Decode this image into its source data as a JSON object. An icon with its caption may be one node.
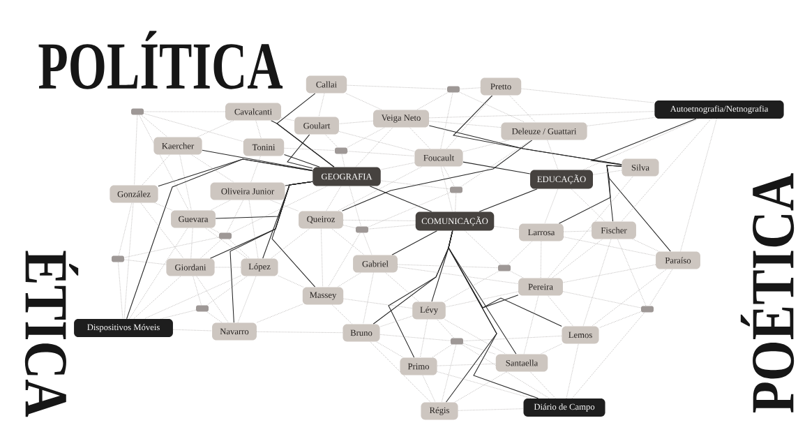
{
  "diagram": {
    "nodes": [
      {
        "text": [
          "Callai"
        ]
      },
      {
        "text": [
          "Pretto"
        ]
      },
      {
        "text": [],
        "shape": "box"
      },
      {
        "text": [
          "Cavalcanti"
        ]
      },
      {
        "text": [
          "Veiga Neto"
        ]
      },
      {
        "text": [
          "Goulart"
        ]
      },
      {
        "text": [
          "Autoetnografia/Netnografia"
        ]
      },
      {
        "text": [],
        "shape": "box"
      },
      {
        "text": [
          "Kaercher"
        ]
      },
      {
        "text": [
          "Tonini"
        ]
      },
      {
        "text": [
          "Deleuze / Guattari"
        ]
      },
      {
        "text": [],
        "shape": "box"
      },
      {
        "text": [
          "Foucault"
        ]
      },
      {
        "text": [
          "GEOGRAFIA"
        ]
      },
      {
        "text": [
          "EDUCAÇÃO"
        ]
      },
      {
        "text": [
          "Silva"
        ]
      },
      {
        "text": [
          "González"
        ]
      },
      {
        "text": [
          "Oliveira Junior"
        ]
      },
      {
        "text": [],
        "shape": "box"
      },
      {
        "text": [
          "Guevara"
        ]
      },
      {
        "text": [
          "Queiroz"
        ]
      },
      {
        "text": [
          "COMUNICAÇÃO"
        ]
      },
      {
        "text": [
          "Larrosa"
        ]
      },
      {
        "text": [
          "Fischer"
        ]
      },
      {
        "text": [],
        "shape": "box"
      },
      {
        "text": [],
        "shape": "box"
      },
      {
        "text": [
          "Paraíso"
        ]
      },
      {
        "text": [],
        "shape": "box"
      },
      {
        "text": [
          "Giordani"
        ]
      },
      {
        "text": [
          "López"
        ]
      },
      {
        "text": [
          "Gabriel"
        ]
      },
      {
        "text": [],
        "shape": "box"
      },
      {
        "text": [
          "Pereira"
        ]
      },
      {
        "text": [
          "Massey"
        ]
      },
      {
        "text": [
          "Lévy"
        ]
      },
      {
        "text": [],
        "shape": "box"
      },
      {
        "text": [],
        "shape": "box"
      },
      {
        "text": [
          "Dispositivos Móveis"
        ]
      },
      {
        "text": [
          "Navarro"
        ]
      },
      {
        "text": [
          "Bruno"
        ]
      },
      {
        "text": [
          "Lemos"
        ]
      },
      {
        "text": [],
        "shape": "box"
      },
      {
        "text": [
          "Primo"
        ]
      },
      {
        "text": [
          "Santaella"
        ]
      },
      {
        "text": [
          "Régis"
        ]
      },
      {
        "text": [
          "Diário de Campo"
        ]
      }
    ],
    "edges": [
      {
        "from": 8,
        "to": 13,
        "arrow": "none",
        "color": "#262626"
      },
      {
        "from": 16,
        "to": 13,
        "arrow": "none",
        "color": "#262626"
      },
      {
        "from": 37,
        "to": 13,
        "arrow": "none",
        "color": "#262626"
      },
      {
        "from": 3,
        "to": 13,
        "arrow": "none",
        "color": "#262626"
      },
      {
        "from": 0,
        "to": 13,
        "arrow": "none",
        "color": "#262626"
      },
      {
        "from": 5,
        "to": 13,
        "arrow": "none",
        "color": "#262626"
      },
      {
        "from": 9,
        "to": 13,
        "arrow": "none",
        "color": "#262626"
      },
      {
        "from": 17,
        "to": 13,
        "arrow": "none",
        "color": "#262626"
      },
      {
        "from": 29,
        "to": 13,
        "arrow": "none",
        "color": "#262626"
      },
      {
        "from": 19,
        "to": 13,
        "arrow": "none",
        "color": "#262626"
      },
      {
        "from": 28,
        "to": 13,
        "arrow": "none",
        "color": "#262626"
      },
      {
        "from": 38,
        "to": 13,
        "arrow": "none",
        "color": "#262626"
      },
      {
        "from": 33,
        "to": 13,
        "arrow": "none",
        "color": "#262626"
      },
      {
        "from": 13,
        "to": 21,
        "arrow": "none",
        "color": "#262626"
      },
      {
        "from": 20,
        "to": 10,
        "arrow": "none",
        "color": "#262626"
      },
      {
        "from": 4,
        "to": 15,
        "arrow": "none",
        "color": "#262626"
      },
      {
        "from": 1,
        "to": 15,
        "arrow": "none",
        "color": "#262626"
      },
      {
        "from": 6,
        "to": 15,
        "arrow": "none",
        "color": "#262626"
      },
      {
        "from": 23,
        "to": 15,
        "arrow": "none",
        "color": "#262626"
      },
      {
        "from": 26,
        "to": 15,
        "arrow": "none",
        "color": "#262626"
      },
      {
        "from": 22,
        "to": 15,
        "arrow": "none",
        "color": "#262626"
      },
      {
        "from": 12,
        "to": 14,
        "arrow": "none",
        "color": "#262626"
      },
      {
        "from": 21,
        "to": 14,
        "arrow": "none",
        "color": "#262626"
      },
      {
        "from": 21,
        "to": 30,
        "arrow": "none",
        "color": "#262626"
      },
      {
        "from": 21,
        "to": 34,
        "arrow": "none",
        "color": "#262626"
      },
      {
        "from": 21,
        "to": 43,
        "arrow": "none",
        "color": "#262626"
      },
      {
        "from": 39,
        "to": 21,
        "arrow": "none",
        "color": "#262626"
      },
      {
        "from": 42,
        "to": 21,
        "arrow": "none",
        "color": "#262626"
      },
      {
        "from": 44,
        "to": 21,
        "arrow": "none",
        "color": "#262626"
      },
      {
        "from": 45,
        "to": 21,
        "arrow": "none",
        "color": "#262626"
      },
      {
        "from": 32,
        "to": 21,
        "arrow": "none",
        "color": "#262626"
      },
      {
        "from": 40,
        "to": 21,
        "arrow": "none",
        "color": "#262626"
      },
      {
        "from": 0,
        "to": 2,
        "arrow": "none",
        "style": "dashed"
      },
      {
        "from": 0,
        "to": 4,
        "arrow": "none",
        "style": "dashed"
      },
      {
        "from": 0,
        "to": 5,
        "arrow": "none",
        "style": "dashed"
      },
      {
        "from": 1,
        "to": 2,
        "arrow": "none",
        "style": "dashed"
      },
      {
        "from": 1,
        "to": 6,
        "arrow": "none",
        "style": "dashed"
      },
      {
        "from": 1,
        "to": 10,
        "arrow": "none",
        "style": "dashed"
      },
      {
        "from": 1,
        "to": 12,
        "arrow": "none",
        "style": "dashed"
      },
      {
        "from": 2,
        "to": 4,
        "arrow": "none",
        "style": "dashed"
      },
      {
        "from": 2,
        "to": 12,
        "arrow": "none",
        "style": "dashed"
      },
      {
        "from": 2,
        "to": 10,
        "arrow": "none",
        "style": "dashed"
      },
      {
        "from": 3,
        "to": 7,
        "arrow": "none",
        "style": "dashed"
      },
      {
        "from": 3,
        "to": 8,
        "arrow": "none",
        "style": "dashed"
      },
      {
        "from": 3,
        "to": 9,
        "arrow": "none",
        "style": "dashed"
      },
      {
        "from": 3,
        "to": 5,
        "arrow": "none",
        "style": "dashed"
      },
      {
        "from": 4,
        "to": 5,
        "arrow": "none",
        "style": "dashed"
      },
      {
        "from": 4,
        "to": 11,
        "arrow": "none",
        "style": "dashed"
      },
      {
        "from": 4,
        "to": 12,
        "arrow": "none",
        "style": "dashed"
      },
      {
        "from": 4,
        "to": 10,
        "arrow": "none",
        "style": "dashed"
      },
      {
        "from": 4,
        "to": 13,
        "arrow": "none",
        "style": "dashed"
      },
      {
        "from": 4,
        "to": 6,
        "arrow": "none",
        "style": "dashed"
      },
      {
        "from": 5,
        "to": 11,
        "arrow": "none",
        "style": "dashed"
      },
      {
        "from": 5,
        "to": 12,
        "arrow": "none",
        "style": "dashed"
      },
      {
        "from": 6,
        "to": 10,
        "arrow": "none",
        "style": "dashed"
      },
      {
        "from": 6,
        "to": 14,
        "arrow": "none",
        "style": "dashed"
      },
      {
        "from": 6,
        "to": 23,
        "arrow": "none",
        "style": "dashed"
      },
      {
        "from": 6,
        "to": 26,
        "arrow": "none",
        "style": "dashed"
      },
      {
        "from": 7,
        "to": 9,
        "arrow": "none",
        "style": "dashed"
      },
      {
        "from": 7,
        "to": 16,
        "arrow": "none",
        "style": "dashed"
      },
      {
        "from": 7,
        "to": 8,
        "arrow": "none",
        "style": "dashed"
      },
      {
        "from": 7,
        "to": 19,
        "arrow": "none",
        "style": "dashed"
      },
      {
        "from": 8,
        "to": 16,
        "arrow": "none",
        "style": "dashed"
      },
      {
        "from": 8,
        "to": 17,
        "arrow": "none",
        "style": "dashed"
      },
      {
        "from": 8,
        "to": 19,
        "arrow": "none",
        "style": "dashed"
      },
      {
        "from": 9,
        "to": 11,
        "arrow": "none",
        "style": "dashed"
      },
      {
        "from": 9,
        "to": 17,
        "arrow": "none",
        "style": "dashed"
      },
      {
        "from": 10,
        "to": 12,
        "arrow": "none",
        "style": "dashed"
      },
      {
        "from": 10,
        "to": 14,
        "arrow": "none",
        "style": "dashed"
      },
      {
        "from": 10,
        "to": 18,
        "arrow": "none",
        "style": "dashed"
      },
      {
        "from": 11,
        "to": 12,
        "arrow": "none",
        "style": "dashed"
      },
      {
        "from": 11,
        "to": 13,
        "arrow": "none",
        "style": "dashed"
      },
      {
        "from": 12,
        "to": 18,
        "arrow": "none",
        "style": "dashed"
      },
      {
        "from": 12,
        "to": 13,
        "arrow": "none",
        "style": "dashed"
      },
      {
        "from": 12,
        "to": 20,
        "arrow": "none",
        "style": "dashed"
      },
      {
        "from": 12,
        "to": 21,
        "arrow": "none",
        "style": "dashed"
      },
      {
        "from": 13,
        "to": 18,
        "arrow": "none",
        "style": "dashed"
      },
      {
        "from": 13,
        "to": 20,
        "arrow": "none",
        "style": "dashed"
      },
      {
        "from": 13,
        "to": 24,
        "arrow": "none",
        "style": "dashed"
      },
      {
        "from": 13,
        "to": 25,
        "arrow": "none",
        "style": "dashed"
      },
      {
        "from": 14,
        "to": 15,
        "arrow": "none",
        "style": "dashed"
      },
      {
        "from": 14,
        "to": 22,
        "arrow": "none",
        "style": "dashed"
      },
      {
        "from": 14,
        "to": 23,
        "arrow": "none",
        "style": "dashed"
      },
      {
        "from": 15,
        "to": 32,
        "arrow": "none",
        "style": "dashed"
      },
      {
        "from": 16,
        "to": 19,
        "arrow": "none",
        "style": "dashed"
      },
      {
        "from": 16,
        "to": 27,
        "arrow": "none",
        "style": "dashed"
      },
      {
        "from": 16,
        "to": 28,
        "arrow": "none",
        "style": "dashed"
      },
      {
        "from": 16,
        "to": 37,
        "arrow": "none",
        "style": "dashed"
      },
      {
        "from": 17,
        "to": 19,
        "arrow": "none",
        "style": "dashed"
      },
      {
        "from": 17,
        "to": 20,
        "arrow": "none",
        "style": "dashed"
      },
      {
        "from": 17,
        "to": 25,
        "arrow": "none",
        "style": "dashed"
      },
      {
        "from": 17,
        "to": 29,
        "arrow": "none",
        "style": "dashed"
      },
      {
        "from": 18,
        "to": 21,
        "arrow": "none",
        "style": "dashed"
      },
      {
        "from": 18,
        "to": 24,
        "arrow": "none",
        "style": "dashed"
      },
      {
        "from": 19,
        "to": 25,
        "arrow": "none",
        "style": "dashed"
      },
      {
        "from": 19,
        "to": 28,
        "arrow": "none",
        "style": "dashed"
      },
      {
        "from": 19,
        "to": 29,
        "arrow": "none",
        "style": "dashed"
      },
      {
        "from": 19,
        "to": 37,
        "arrow": "none",
        "style": "dashed"
      },
      {
        "from": 20,
        "to": 21,
        "arrow": "none",
        "style": "dashed"
      },
      {
        "from": 20,
        "to": 24,
        "arrow": "none",
        "style": "dashed"
      },
      {
        "from": 20,
        "to": 33,
        "arrow": "none",
        "style": "dashed"
      },
      {
        "from": 20,
        "to": 29,
        "arrow": "none",
        "style": "dashed"
      },
      {
        "from": 20,
        "to": 30,
        "arrow": "none",
        "style": "dashed"
      },
      {
        "from": 21,
        "to": 22,
        "arrow": "none",
        "style": "dashed"
      },
      {
        "from": 21,
        "to": 24,
        "arrow": "none",
        "style": "dashed"
      },
      {
        "from": 21,
        "to": 31,
        "arrow": "none",
        "style": "dashed"
      },
      {
        "from": 22,
        "to": 23,
        "arrow": "none",
        "style": "dashed"
      },
      {
        "from": 22,
        "to": 31,
        "arrow": "none",
        "style": "dashed"
      },
      {
        "from": 22,
        "to": 32,
        "arrow": "none",
        "style": "dashed"
      },
      {
        "from": 22,
        "to": 26,
        "arrow": "none",
        "style": "dashed"
      },
      {
        "from": 23,
        "to": 26,
        "arrow": "none",
        "style": "dashed"
      },
      {
        "from": 23,
        "to": 32,
        "arrow": "none",
        "style": "dashed"
      },
      {
        "from": 23,
        "to": 36,
        "arrow": "none",
        "style": "dashed"
      },
      {
        "from": 23,
        "to": 40,
        "arrow": "none",
        "style": "dashed"
      },
      {
        "from": 24,
        "to": 30,
        "arrow": "none",
        "style": "dashed"
      },
      {
        "from": 24,
        "to": 33,
        "arrow": "none",
        "style": "dashed"
      },
      {
        "from": 25,
        "to": 28,
        "arrow": "none",
        "style": "dashed"
      },
      {
        "from": 25,
        "to": 29,
        "arrow": "none",
        "style": "dashed"
      },
      {
        "from": 25,
        "to": 27,
        "arrow": "none",
        "style": "dashed"
      },
      {
        "from": 26,
        "to": 32,
        "arrow": "none",
        "style": "dashed"
      },
      {
        "from": 26,
        "to": 36,
        "arrow": "none",
        "style": "dashed"
      },
      {
        "from": 26,
        "to": 40,
        "arrow": "none",
        "style": "dashed"
      },
      {
        "from": 27,
        "to": 37,
        "arrow": "none",
        "style": "dashed"
      },
      {
        "from": 27,
        "to": 28,
        "arrow": "none",
        "style": "dashed"
      },
      {
        "from": 28,
        "to": 29,
        "arrow": "none",
        "style": "dashed"
      },
      {
        "from": 28,
        "to": 35,
        "arrow": "none",
        "style": "dashed"
      },
      {
        "from": 28,
        "to": 37,
        "arrow": "none",
        "style": "dashed"
      },
      {
        "from": 28,
        "to": 38,
        "arrow": "none",
        "style": "dashed"
      },
      {
        "from": 29,
        "to": 33,
        "arrow": "none",
        "style": "dashed"
      },
      {
        "from": 29,
        "to": 35,
        "arrow": "none",
        "style": "dashed"
      },
      {
        "from": 29,
        "to": 38,
        "arrow": "none",
        "style": "dashed"
      },
      {
        "from": 29,
        "to": 37,
        "arrow": "none",
        "style": "dashed"
      },
      {
        "from": 30,
        "to": 33,
        "arrow": "none",
        "style": "dashed"
      },
      {
        "from": 30,
        "to": 31,
        "arrow": "none",
        "style": "dashed"
      },
      {
        "from": 30,
        "to": 34,
        "arrow": "none",
        "style": "dashed"
      },
      {
        "from": 30,
        "to": 39,
        "arrow": "none",
        "style": "dashed"
      },
      {
        "from": 30,
        "to": 32,
        "arrow": "none",
        "style": "dashed"
      },
      {
        "from": 31,
        "to": 32,
        "arrow": "none",
        "style": "dashed"
      },
      {
        "from": 31,
        "to": 34,
        "arrow": "none",
        "style": "dashed"
      },
      {
        "from": 32,
        "to": 40,
        "arrow": "none",
        "style": "dashed"
      },
      {
        "from": 32,
        "to": 36,
        "arrow": "none",
        "style": "dashed"
      },
      {
        "from": 32,
        "to": 43,
        "arrow": "none",
        "style": "dashed"
      },
      {
        "from": 32,
        "to": 34,
        "arrow": "none",
        "style": "dashed"
      },
      {
        "from": 33,
        "to": 38,
        "arrow": "none",
        "style": "dashed"
      },
      {
        "from": 33,
        "to": 39,
        "arrow": "none",
        "style": "dashed"
      },
      {
        "from": 33,
        "to": 34,
        "arrow": "none",
        "style": "dashed"
      },
      {
        "from": 34,
        "to": 39,
        "arrow": "none",
        "style": "dashed"
      },
      {
        "from": 34,
        "to": 41,
        "arrow": "none",
        "style": "dashed"
      },
      {
        "from": 34,
        "to": 42,
        "arrow": "none",
        "style": "dashed"
      },
      {
        "from": 34,
        "to": 43,
        "arrow": "none",
        "style": "dashed"
      },
      {
        "from": 35,
        "to": 37,
        "arrow": "none",
        "style": "dashed"
      },
      {
        "from": 35,
        "to": 38,
        "arrow": "none",
        "style": "dashed"
      },
      {
        "from": 36,
        "to": 40,
        "arrow": "none",
        "style": "dashed"
      },
      {
        "from": 36,
        "to": 45,
        "arrow": "none",
        "style": "dashed"
      },
      {
        "from": 37,
        "to": 38,
        "arrow": "none",
        "style": "dashed"
      },
      {
        "from": 38,
        "to": 39,
        "arrow": "none",
        "style": "dashed"
      },
      {
        "from": 39,
        "to": 41,
        "arrow": "none",
        "style": "dashed"
      },
      {
        "from": 39,
        "to": 42,
        "arrow": "none",
        "style": "dashed"
      },
      {
        "from": 39,
        "to": 44,
        "arrow": "none",
        "style": "dashed"
      },
      {
        "from": 40,
        "to": 43,
        "arrow": "none",
        "style": "dashed"
      },
      {
        "from": 40,
        "to": 45,
        "arrow": "none",
        "style": "dashed"
      },
      {
        "from": 40,
        "to": 41,
        "arrow": "none",
        "style": "dashed"
      },
      {
        "from": 41,
        "to": 42,
        "arrow": "none",
        "style": "dashed"
      },
      {
        "from": 41,
        "to": 43,
        "arrow": "none",
        "style": "dashed"
      },
      {
        "from": 41,
        "to": 44,
        "arrow": "none",
        "style": "dashed"
      },
      {
        "from": 41,
        "to": 45,
        "arrow": "none",
        "style": "dashed"
      },
      {
        "from": 42,
        "to": 43,
        "arrow": "none",
        "style": "dashed"
      },
      {
        "from": 42,
        "to": 44,
        "arrow": "none",
        "style": "dashed"
      },
      {
        "from": 42,
        "to": 45,
        "arrow": "none",
        "style": "dashed"
      },
      {
        "from": 43,
        "to": 44,
        "arrow": "none",
        "style": "dashed"
      },
      {
        "from": 43,
        "to": 45,
        "arrow": "none",
        "style": "dashed"
      },
      {
        "from": 44,
        "to": 45,
        "arrow": "none",
        "style": "dashed"
      }
    ],
    "labels": [
      "POLÍTICA",
      "ÉTICA",
      "POÉTICA"
    ]
  }
}
